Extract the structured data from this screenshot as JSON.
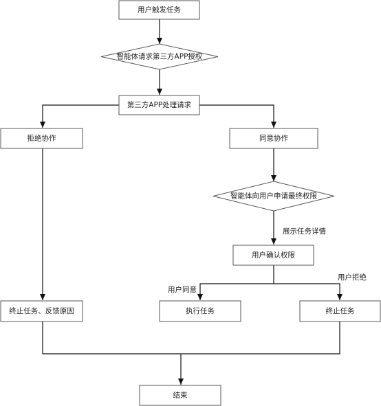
{
  "nodes": {
    "user_trigger": "用户触发任务",
    "agent_request_auth": "智能体请求第三方APP授权",
    "third_party_process": "第三方APP处理请求",
    "refuse_collab": "拒绝协作",
    "agree_collab": "同意协作",
    "agent_apply_final": "智能体向用户申请最终权限",
    "user_confirm": "用户确认权限",
    "execute_task": "执行任务",
    "terminate_task": "终止任务",
    "terminate_feedback": "终止任务、反馈原因",
    "end": "结束"
  },
  "edge_labels": {
    "show_details": "展示任务详情",
    "user_agree": "用户同意",
    "user_refuse": "用户拒绝"
  }
}
